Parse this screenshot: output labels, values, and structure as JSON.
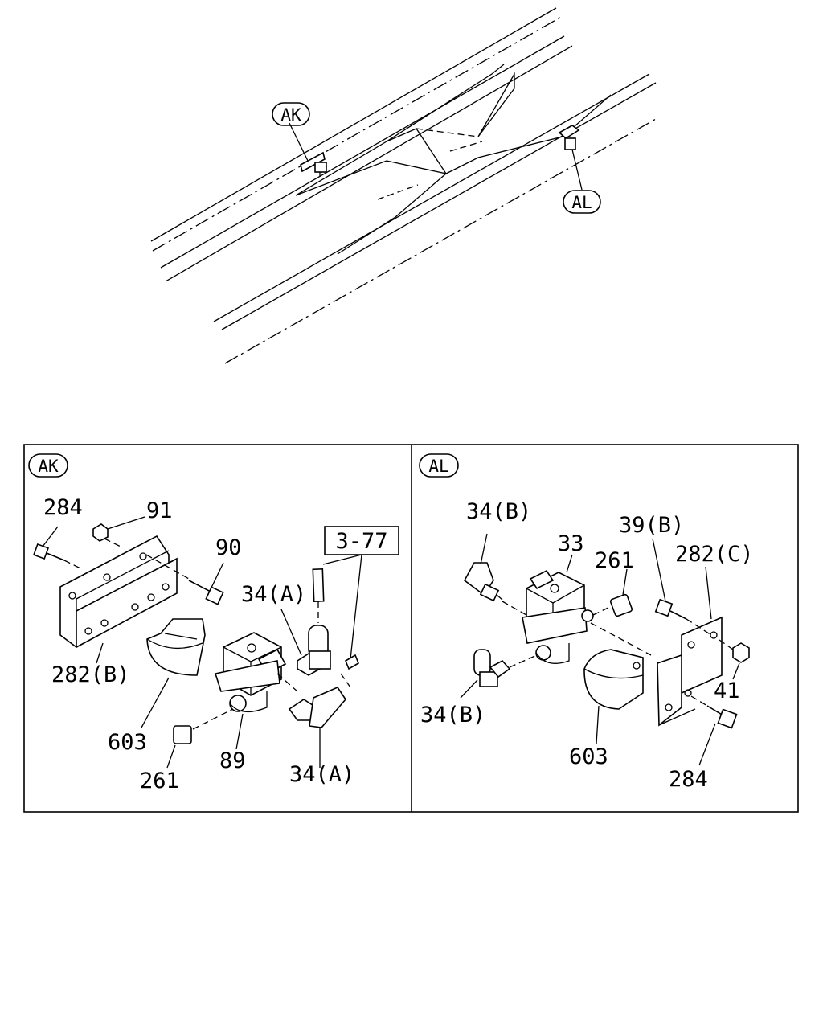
{
  "overview": {
    "callouts": {
      "ak": "AK",
      "al": "AL"
    }
  },
  "panels": {
    "ak": {
      "header": "AK",
      "ref_box": "3-77",
      "labels": {
        "bolt_284": "284",
        "nut_91": "91",
        "bolt_90": "90",
        "fitting_34a_top": "34(A)",
        "bracket_282b": "282(B)",
        "cover_603": "603",
        "plug_261": "261",
        "bolt_89": "89",
        "fitting_34a_bottom": "34(A)"
      }
    },
    "al": {
      "header": "AL",
      "labels": {
        "fitting_34b_top": "34(B)",
        "valve_33": "33",
        "plug_261": "261",
        "bolt_39b": "39(B)",
        "bracket_282c": "282(C)",
        "nut_41": "41",
        "fitting_34b_bottom": "34(B)",
        "cover_603": "603",
        "bolt_284": "284"
      }
    }
  }
}
